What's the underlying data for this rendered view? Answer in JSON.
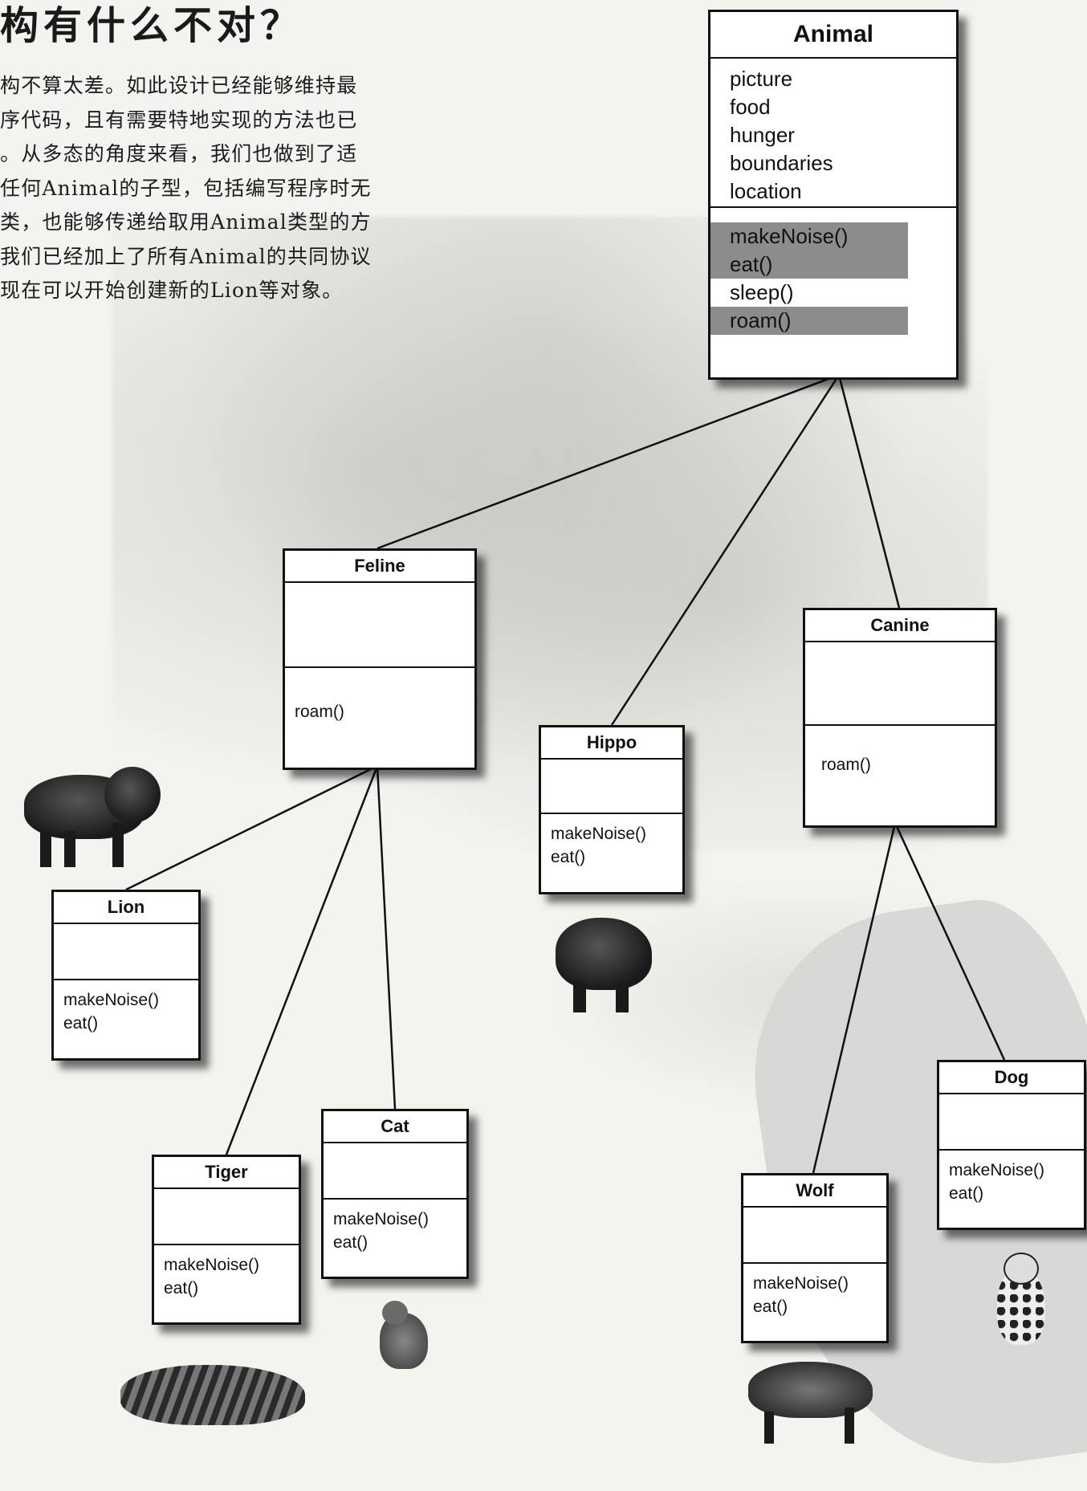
{
  "heading": "构有什么不对？",
  "paragraph": [
    "构不算太差。如此设计已经能够维持最",
    "序代码，且有需要特地实现的方法也已",
    "。从多态的角度来看，我们也做到了适",
    "任何Animal的子型，包括编写程序时无",
    "类，也能够传递给取用Animal类型的方",
    "我们已经加上了所有Animal的共同协议",
    "现在可以开始创建新的Lion等对象。"
  ],
  "animal": {
    "name": "Animal",
    "fields": [
      "picture",
      "food",
      "hunger",
      "boundaries",
      "location"
    ],
    "methods": [
      "makeNoise()",
      "eat()",
      "sleep()",
      "roam()"
    ]
  },
  "feline": {
    "name": "Feline",
    "methods": [
      "roam()"
    ]
  },
  "canine": {
    "name": "Canine",
    "methods": [
      "roam()"
    ]
  },
  "hippo": {
    "name": "Hippo",
    "methods": [
      "makeNoise()",
      "eat()"
    ]
  },
  "lion": {
    "name": "Lion",
    "methods": [
      "makeNoise()",
      "eat()"
    ]
  },
  "tiger": {
    "name": "Tiger",
    "methods": [
      "makeNoise()",
      "eat()"
    ]
  },
  "cat": {
    "name": "Cat",
    "methods": [
      "makeNoise()",
      "eat()"
    ]
  },
  "wolf": {
    "name": "Wolf",
    "methods": [
      "makeNoise()",
      "eat()"
    ]
  },
  "dog": {
    "name": "Dog",
    "methods": [
      "makeNoise()",
      "eat()"
    ]
  }
}
